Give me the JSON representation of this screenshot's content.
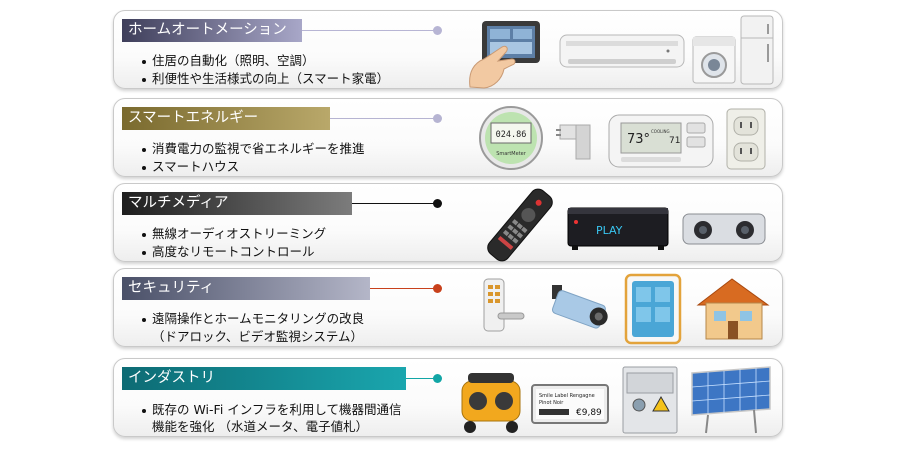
{
  "categories": [
    {
      "title": "ホームオートメーション",
      "title_bg": [
        "#3e3e5a",
        "#a8a7c8"
      ],
      "accent": "#b7b5d4",
      "bullets": [
        "住居の自動化（照明、空調）",
        "利便性や生活様式の向上（スマート家電）"
      ],
      "icons": [
        "touch-tablet-icon",
        "air-conditioner-icon",
        "washing-machine-icon",
        "refrigerator-icon"
      ]
    },
    {
      "title": "スマートエネルギー",
      "title_bg": [
        "#7a6a2e",
        "#b9a86a"
      ],
      "accent": "#b6b4d2",
      "bullets": [
        "消費電力の監視で省エネルギーを推進",
        "スマートハウス"
      ],
      "icons": [
        "smart-meter-icon",
        "power-adapter-icon",
        "thermostat-icon",
        "wall-outlet-icon"
      ],
      "device_text": {
        "meter_reading": "024.86",
        "meter_brand": "SmartMeter",
        "thermostat_temp": "73°",
        "thermostat_set": "71",
        "thermostat_mode": "COOLING"
      }
    },
    {
      "title": "マルチメディア",
      "title_bg": [
        "#1e1e1e",
        "#7c7c7c"
      ],
      "accent": "#111111",
      "bullets": [
        "無線オーディオストリーミング",
        "高度なリモートコントロール"
      ],
      "icons": [
        "remote-control-icon",
        "media-player-icon",
        "projector-icon"
      ],
      "device_text": {
        "player_label": "PLAY"
      }
    },
    {
      "title": "セキュリティ",
      "title_bg": [
        "#4a5068",
        "#b4b6c8"
      ],
      "accent": "#c8411c",
      "bullets": [
        "遠隔操作とホームモニタリングの改良",
        "（ドアロック、ビデオ監視システム）"
      ],
      "icons": [
        "keypad-lock-icon",
        "security-camera-icon",
        "smart-panel-icon",
        "house-icon"
      ]
    },
    {
      "title": "インダストリ",
      "title_bg": [
        "#0d6b74",
        "#1aa6ae"
      ],
      "accent": "#12a6a6",
      "bullets": [
        "既存の Wi-Fi インフラを利用して機器間通信",
        "機能を強化 （水道メータ、電子値札）"
      ],
      "icons": [
        "generator-icon",
        "electronic-shelf-label-icon",
        "electric-box-icon",
        "solar-panel-icon"
      ],
      "device_text": {
        "esl_line1": "Smile Label Rengagne",
        "esl_line2": "Pinot Noir",
        "esl_price": "€9,89"
      }
    }
  ]
}
